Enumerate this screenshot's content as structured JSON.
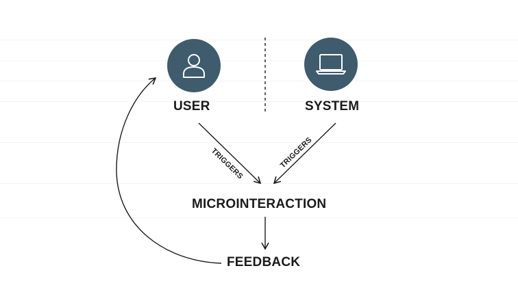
{
  "diagram": {
    "nodes": {
      "user": {
        "label": "USER",
        "icon": "user-icon"
      },
      "system": {
        "label": "SYSTEM",
        "icon": "laptop-icon"
      },
      "microinteraction": {
        "label": "MICROINTERACTION"
      },
      "feedback": {
        "label": "FEEDBACK"
      }
    },
    "edges": {
      "user_to_micro": {
        "label": "TRIGGERS"
      },
      "system_to_micro": {
        "label": "TRIGGERS"
      }
    },
    "colors": {
      "icon_circle": "#3f5b6e",
      "icon_stroke": "#ffffff",
      "text": "#1a1a1a",
      "lines": "#1a1a1a"
    }
  }
}
